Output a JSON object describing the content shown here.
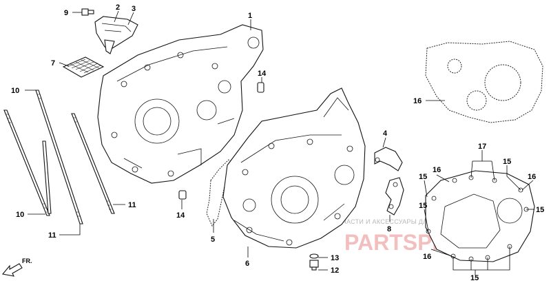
{
  "diagram": {
    "callouts": {
      "c1": "1",
      "c2": "2",
      "c3": "3",
      "c4": "4",
      "c5": "5",
      "c6": "6",
      "c7": "7",
      "c8": "8",
      "c9": "9",
      "c10a": "10",
      "c10b": "10",
      "c11a": "11",
      "c11b": "11",
      "c12": "12",
      "c13": "13",
      "c14a": "14",
      "c14b": "14",
      "c15a": "15",
      "c15b": "15",
      "c15c": "15",
      "c15d": "15",
      "c15e": "15",
      "c16a": "16",
      "c16b": "16",
      "c16c": "16",
      "c16d": "16",
      "c17": "17"
    },
    "direction_label": "FR.",
    "watermark": {
      "caption": "ЗАПЧАСТИ И АКСЕССУАРЫ ДЛЯ МОТОТЕХНИКИ",
      "logo": "PARTSPRO.RU"
    }
  }
}
